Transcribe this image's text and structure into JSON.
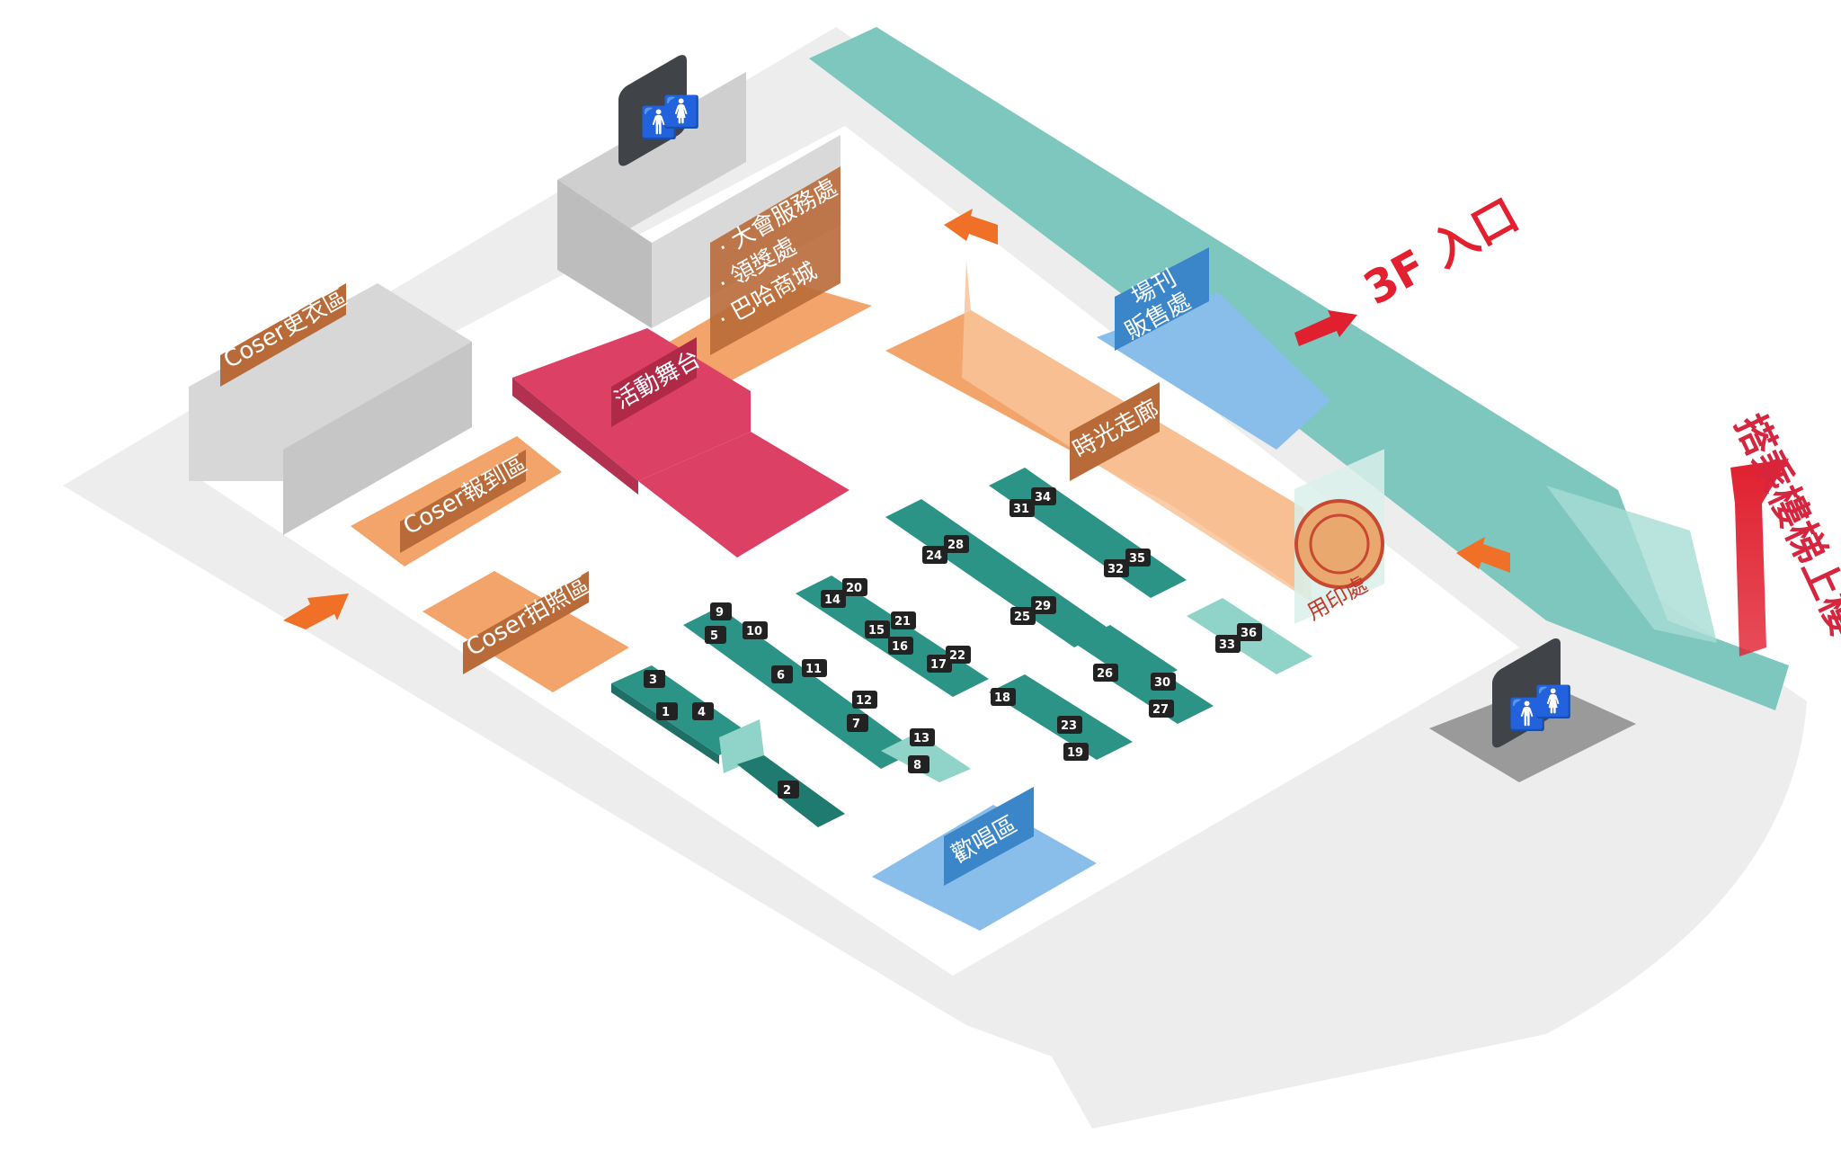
{
  "map": {
    "entrance": "3F 入口",
    "stairs_vertical": "搭乘樓梯上樓",
    "colors": {
      "floor": "#eeeeee",
      "teal_wall": "#7dc7be",
      "orange_zone": "#f3a46a",
      "label_bg": "#b86a38",
      "stage": "#dc4065",
      "blue_zone": "#89bdea",
      "booth_dark": "#2b9487",
      "booth_light": "#8fd3c9",
      "arrow_orange": "#f07028",
      "arrow_red": "#e0202f",
      "restroom_bg": "#404448"
    },
    "zones": {
      "changing_room": "Coser更衣區",
      "checkin": "Coser報到區",
      "photo": "Coser拍照區",
      "stage": "活動舞台",
      "service": [
        "· 大會服務處",
        "· 領獎處",
        "· 巴哈商城"
      ],
      "time_corridor": "時光走廊",
      "program_sales": [
        "場刊",
        "販售處"
      ],
      "stamp": "用印處",
      "singing": "歡唱區"
    },
    "booths": [
      "1",
      "2",
      "3",
      "4",
      "5",
      "6",
      "7",
      "8",
      "9",
      "10",
      "11",
      "12",
      "13",
      "14",
      "15",
      "16",
      "17",
      "18",
      "19",
      "20",
      "21",
      "22",
      "23",
      "24",
      "25",
      "26",
      "27",
      "28",
      "29",
      "30",
      "31",
      "32",
      "33",
      "34",
      "35",
      "36"
    ],
    "restroom_icon": "restroom-icon"
  }
}
